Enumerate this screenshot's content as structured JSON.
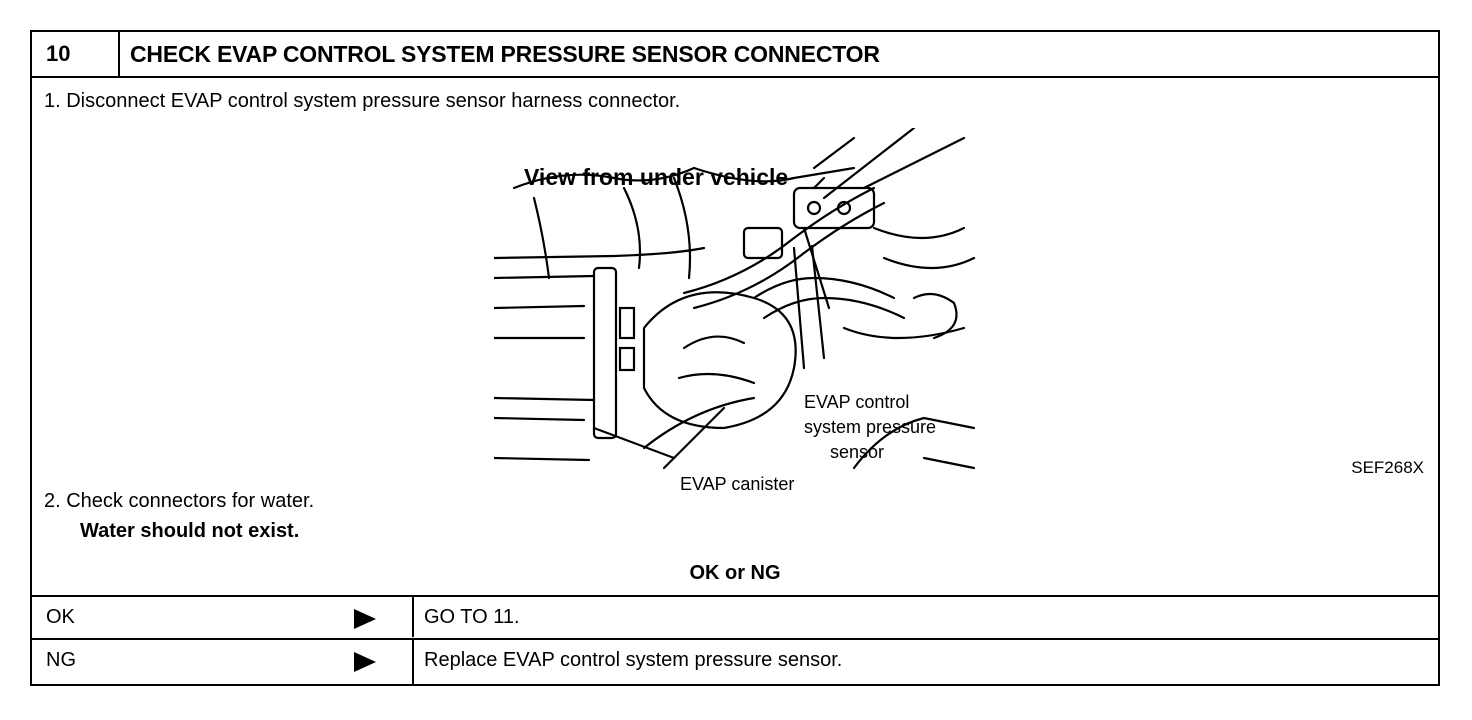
{
  "header": {
    "step_number": "10",
    "title": "CHECK EVAP CONTROL SYSTEM PRESSURE SENSOR CONNECTOR"
  },
  "instructions": {
    "step1": "1. Disconnect EVAP control system pressure sensor harness connector.",
    "step2": "2. Check connectors for water.",
    "step2_note": "Water should not exist."
  },
  "figure": {
    "caption": "View from under vehicle",
    "label_sensor_line1": "EVAP control",
    "label_sensor_line2": "system pressure",
    "label_sensor_line3": "sensor",
    "label_canister": "EVAP canister",
    "code": "SEF268X"
  },
  "result": {
    "heading": "OK or NG",
    "rows": [
      {
        "status": "OK",
        "action": "GO TO 11."
      },
      {
        "status": "NG",
        "action": "Replace EVAP control system pressure sensor."
      }
    ]
  }
}
